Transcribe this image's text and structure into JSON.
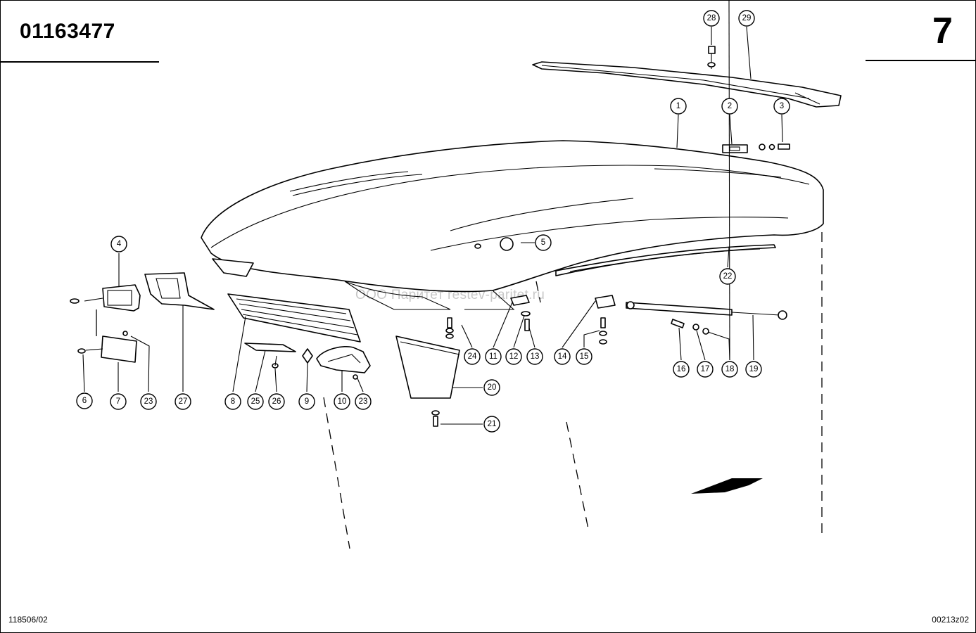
{
  "header": {
    "catalog_number": "01163477",
    "page_number": "7"
  },
  "footer": {
    "left_code": "118506/02",
    "right_code": "00213z02"
  },
  "watermark": "ООО Паритет    restev-paritet.ru",
  "callouts": [
    "1",
    "2",
    "3",
    "4",
    "5",
    "6",
    "7",
    "8",
    "9",
    "10",
    "11",
    "12",
    "13",
    "14",
    "15",
    "16",
    "17",
    "18",
    "19",
    "20",
    "21",
    "22",
    "23",
    "24",
    "25",
    "26",
    "27",
    "28",
    "29"
  ]
}
